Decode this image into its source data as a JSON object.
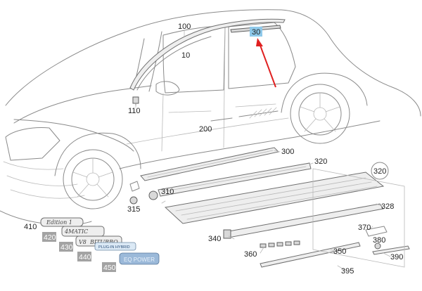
{
  "colors": {
    "highlight": "#8fc9ea",
    "callout_grey": "#a3a3a3",
    "pointer_arrow": "#e02020"
  },
  "labels": {
    "p10": "10",
    "p30": "30",
    "p100": "100",
    "p110": "110",
    "p200": "200",
    "p300": "300",
    "p310": "310",
    "p315": "315",
    "p320a": "320",
    "p320b": "320",
    "p328": "328",
    "p340": "340",
    "p350": "350",
    "p360": "360",
    "p370": "370",
    "p380": "380",
    "p390": "390",
    "p395": "395",
    "p410": "410",
    "p420": "420",
    "p430": "430",
    "p440": "440",
    "p450": "450"
  },
  "emblems": {
    "e410": "Edition 1",
    "e420": "4MATIC",
    "e430_v8": "V8",
    "e430_text": "BITURBO",
    "e440": "PLUG-IN HYBRID",
    "e450": "EQ POWER"
  }
}
